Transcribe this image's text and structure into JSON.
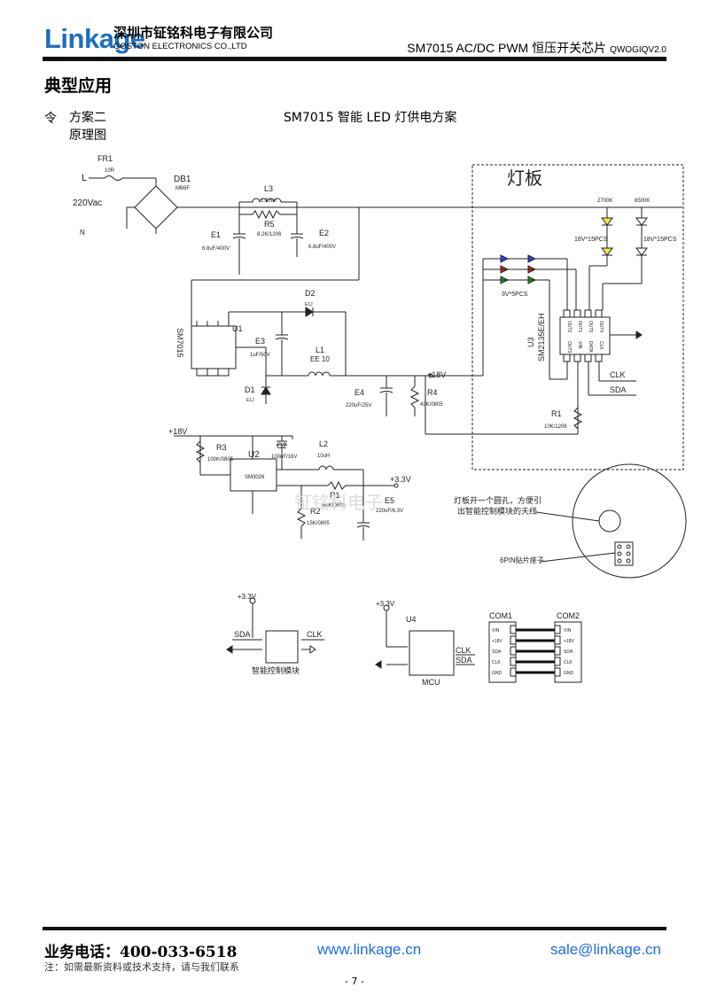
{
  "header": {
    "logo": "Linkage",
    "company_cn": "深圳市钲铭科电子有限公司",
    "company_en": "GOSTON ELECTRONICS CO.,LTD",
    "doc_title": "SM7015 AC/DC PWM 恒压开关芯片",
    "version": "QWOGIQV2.0"
  },
  "section": {
    "title": "典型应用",
    "bullet": "令",
    "scheme": "方案二",
    "subtitle": "SM7015  智能 LED 灯供电方案",
    "principle": "原理图"
  },
  "schematic": {
    "FR1": "FR1",
    "FR1_val": "10R",
    "L_in": "L",
    "N_in": "N",
    "vac": "220Vac",
    "DB1": "DB1",
    "DB1_val": "MB6F",
    "L3": "L3",
    "L3_val": "1.5mH",
    "R5": "R5",
    "R5_val": "8.2K/1206",
    "E1": "E1",
    "E1_val": "6.8uF/400V",
    "E2": "E2",
    "E2_val": "6.8uF/400V",
    "D2": "D2",
    "D2_val": "E1J",
    "U1": "U1",
    "U1_chip": "SM7015",
    "E3": "E3",
    "E3_val": "1uF/50V",
    "L1": "L1",
    "L1_val": "EE 10",
    "D1": "D1",
    "D1_val": "E1J",
    "E4": "E4",
    "E4_val": "220uF/25V",
    "R4": "R4",
    "R4_val": "43K/0805",
    "v18": "+18V",
    "lamp_board": "灯板",
    "led_2700": "2700K",
    "led_6500": "6500K",
    "led_18v_a": "18V*15PCS",
    "led_18v_b": "18V*15PCS",
    "led_3v": "3V*5PCS",
    "U3": "U3",
    "U3_chip": "SM2135E/EH",
    "u3_pins_top": [
      "OUT2",
      "OUT1",
      "OUT5",
      "OUT4"
    ],
    "u3_pins_bot": [
      "OUT3",
      "VIN",
      "DATA",
      "CLK"
    ],
    "CLK": "CLK",
    "SDA": "SDA",
    "R1b": "R1",
    "R1b_val": "10K/1206",
    "v18b": "+18V",
    "R3": "R3",
    "R3_val": "100K/0805",
    "C2": "C2",
    "C2_val": "100nF/16V",
    "U2": "U2",
    "U2_chip": "SM3026",
    "L2": "L2",
    "L2_val": "10uH",
    "v33": "+3.3V",
    "R1": "R1",
    "R1_val": "68K/0805",
    "R2": "R2",
    "R2_val": "15K/0805",
    "E5": "E5",
    "E5_val": "220uF/6.3V",
    "watermark": "钲铭科电子",
    "hole_note_1": "灯板开一个圆孔，方便引",
    "hole_note_2": "出智能控制模块的天线",
    "pin6_note": "6PIN贴片座子",
    "smart_v33": "+3.3V",
    "smart_sda": "SDA",
    "smart_clk": "CLK",
    "smart_label": "智能控制模块",
    "mcu_v33": "+3.3V",
    "U4": "U4",
    "mcu_clk": "CLK",
    "mcu_sda": "SDA",
    "mcu_label": "MCU",
    "COM1": "COM1",
    "COM2": "COM2",
    "com1_pins": [
      "VIN",
      "+18V",
      "SDA",
      "CLK",
      "GND"
    ],
    "com2_pins": [
      "VIN",
      "+18V",
      "SDA",
      "CLK",
      "GND"
    ]
  },
  "footer": {
    "tel": "业务电话：400-033-6518",
    "website": "www.linkage.cn",
    "email": "sale@linkage.cn",
    "note": "注：如需最新资料或技术支持，请与我们联系",
    "page": "- 7 -"
  }
}
